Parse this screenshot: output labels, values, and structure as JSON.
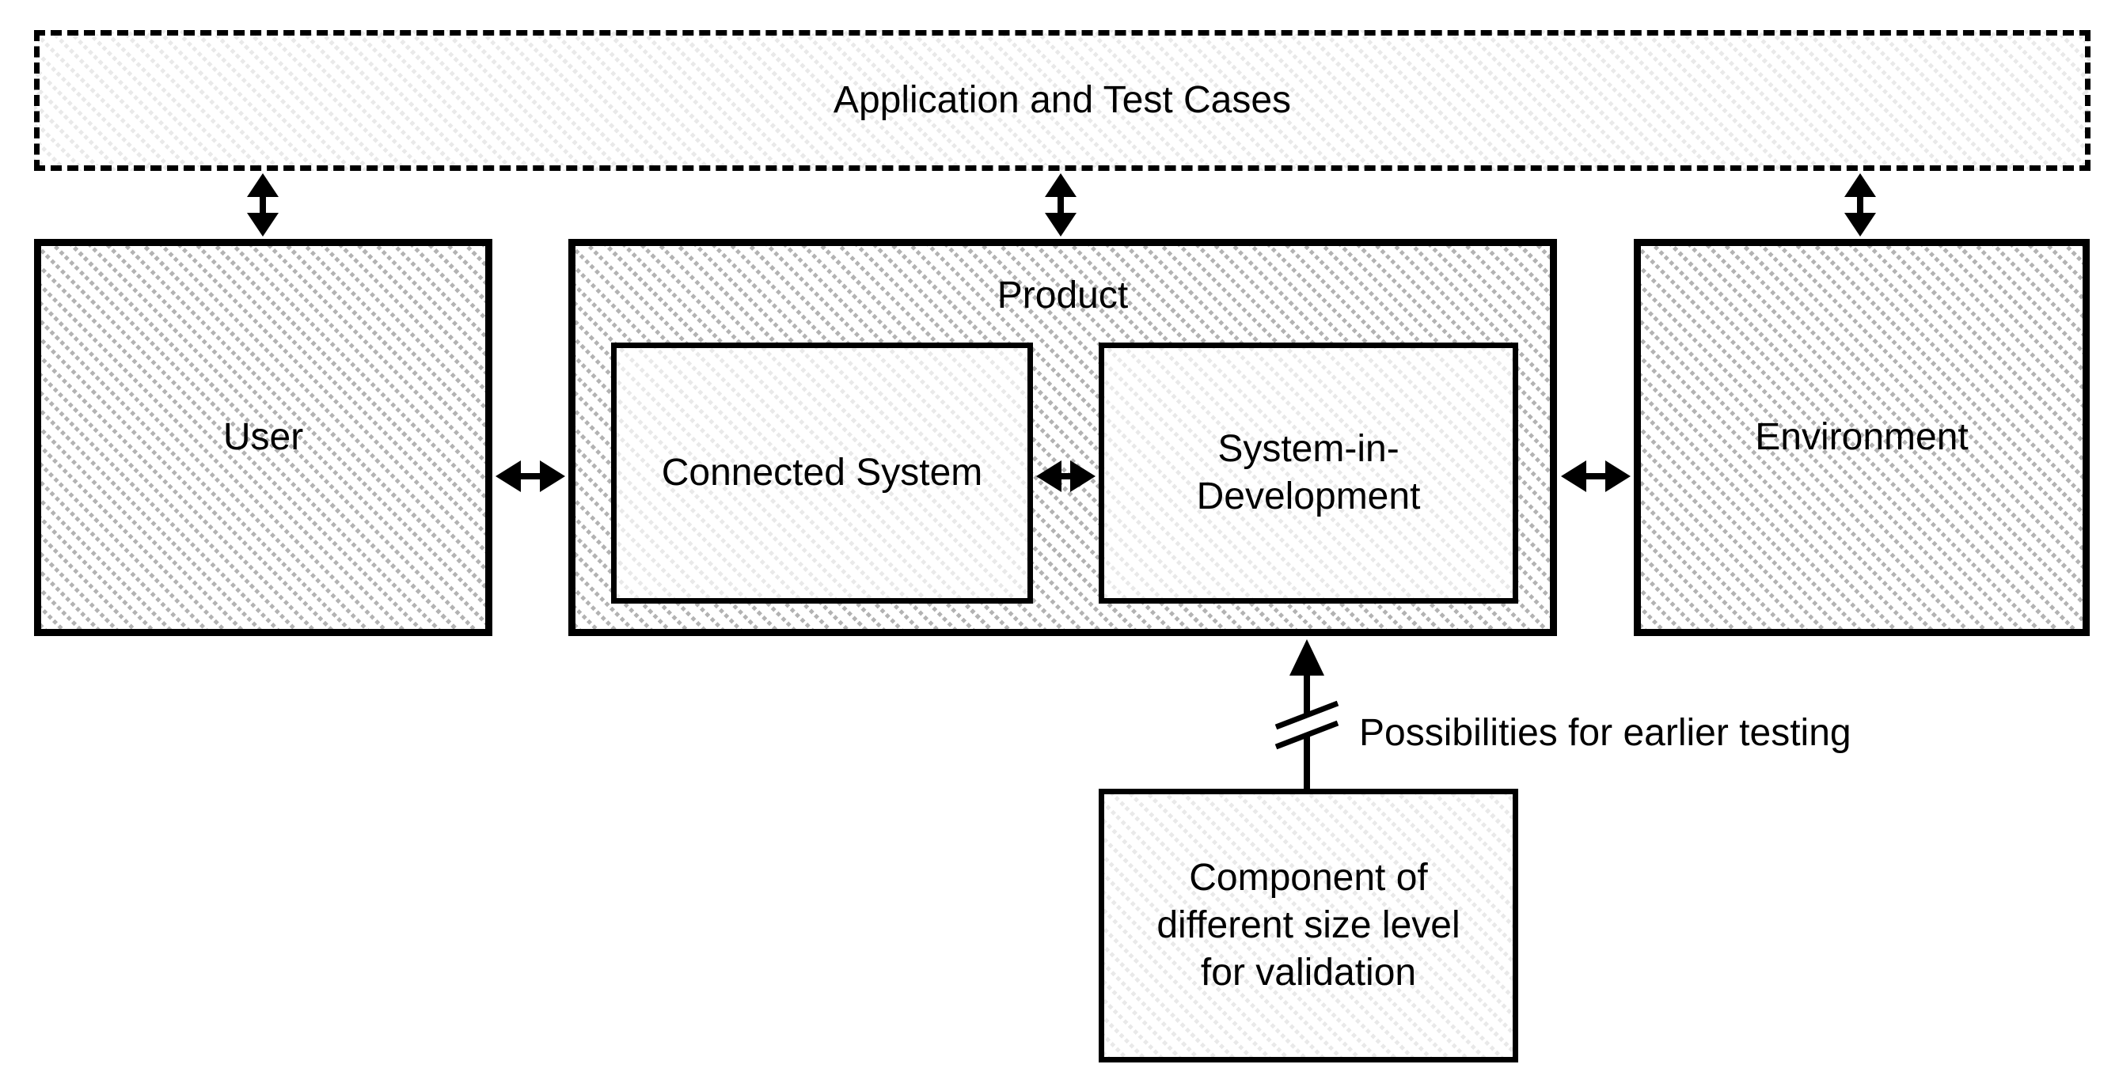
{
  "diagram": {
    "boxes": {
      "application": {
        "label": "Application and Test Cases"
      },
      "user": {
        "label": "User"
      },
      "product": {
        "label": "Product"
      },
      "connected_system": {
        "label": "Connected System"
      },
      "system_in_development": {
        "lines": [
          "System-in-",
          "Development"
        ]
      },
      "environment": {
        "label": "Environment"
      },
      "component": {
        "lines": [
          "Component of",
          "different size level",
          "for validation"
        ]
      }
    },
    "annotations": {
      "earlier_testing": "Possibilities for earlier testing"
    },
    "icons": {
      "arrow_break": "double-slash-break-icon"
    },
    "colors": {
      "line": "#000000",
      "hatch_strong": "#b3b3b3",
      "hatch_faint": "#e9e9e9",
      "background": "#ffffff"
    }
  }
}
